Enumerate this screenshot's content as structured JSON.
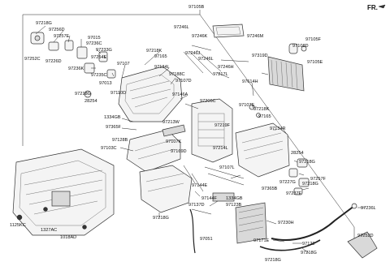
{
  "header": {
    "main_part_no": "97105B",
    "direction_label": "FR."
  },
  "labels": {
    "l97218G_a": "97218G",
    "l97256D": "97256D",
    "l97257E_a": "97257E",
    "l97252C": "97252C",
    "l97226D": "97226D",
    "l97015": "97015",
    "l97236C": "97236C",
    "l97233G": "97233G",
    "l97254E": "97254E",
    "l97236K": "97236K",
    "l97235C": "97235C",
    "l97107": "97107",
    "l97218G_b": "97218G",
    "l28254_a": "28254",
    "l97013": "97013",
    "l97110D": "97110D",
    "l1334GB_a": "1334GB",
    "l97365F": "97365F",
    "l97128B": "97128B",
    "l97103C": "97103C",
    "l97218K_a": "97218K",
    "l97165_a": "97165",
    "l97134L": "97134L",
    "l97188C": "97188C",
    "l97107D": "97107D",
    "l97146A": "97146A",
    "l97246L": "97246L",
    "l97246K": "97246K",
    "l97246J": "97246J",
    "l97246M": "97246M",
    "l97246L_b": "97246L",
    "l97246H": "97246H",
    "l97217L": "97217L",
    "l97105F": "97105F",
    "l97108D": "97108D",
    "l97105E": "97105E",
    "l97319D": "97319D",
    "l97614H": "97614H",
    "l97206C": "97206C",
    "l97107E": "97107E",
    "l97218K_b": "97218K",
    "l97165_b": "97165",
    "l97213W": "97213W",
    "l97219F": "97219F",
    "l97107K": "97107K",
    "l97169D": "97169D",
    "l97214L": "97214L",
    "l97134R": "97134R",
    "l28254_b": "28254",
    "l97218G_c": "97218G",
    "l97107L": "97107L",
    "l97257F": "97257F",
    "l97227G": "97227G",
    "l97365B": "97365B",
    "l97237E": "97237E",
    "l97218G_d": "97218G",
    "l97144E": "97144E",
    "l97144F": "97144F",
    "l1334GB_b": "1334GB",
    "l97123B": "97123B",
    "l97137D": "97137D",
    "l97236L": "97236L",
    "l97218G_e": "97218G",
    "l97230H": "97230H",
    "l97171E": "97171E",
    "l97051": "97051",
    "l97122": "97122",
    "l97218G_f": "97218G",
    "l97252D": "97252D",
    "l97218G_g": "97218G",
    "l1125KC": "1125KC",
    "l1327AC": "1327AC",
    "l1018AD": "1018AD"
  }
}
